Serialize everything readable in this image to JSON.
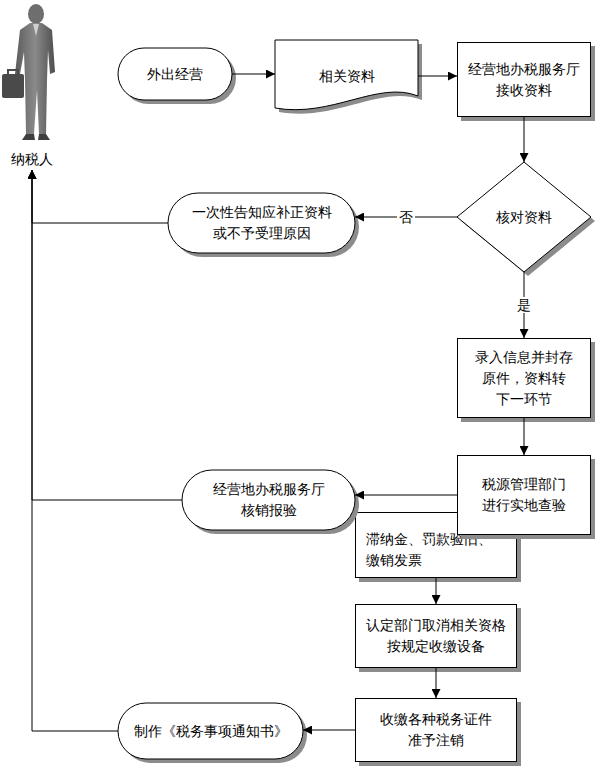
{
  "diagram": {
    "nodes": [
      {
        "text": [
          "纳税人"
        ]
      },
      {
        "text": [
          "外出经营"
        ]
      },
      {
        "text": [
          "相关资料"
        ]
      },
      {
        "text": [
          "经营地办税服务厅 接收资料"
        ]
      },
      {
        "text": [
          "核对资料"
        ]
      },
      {
        "text": [
          "一次性告知应补正资料 或不予受理原因"
        ]
      },
      {
        "text": [
          "录入信息并封存 原件，资料转 下一环节"
        ]
      },
      {
        "text": [
          "税源管理部门 进行实地查验"
        ]
      },
      {
        "text": [
          "经营地办税服务厅 核销报验"
        ]
      },
      {
        "text": [
          "滞纳金、罚款验旧、 缴销发票"
        ]
      },
      {
        "text": [
          "认定部门取消相关资格 按规定收缴设备"
        ]
      },
      {
        "text": [
          "收缴各种税务证件 准予注销"
        ]
      },
      {
        "text": [
          "制作《税务事项通知书》"
        ]
      }
    ],
    "edges": [
      {
        "from": 1,
        "to": 2,
        "arrow": "to"
      },
      {
        "from": 2,
        "to": 3,
        "arrow": "to"
      },
      {
        "from": 3,
        "to": 4,
        "arrow": "to"
      },
      {
        "from": 4,
        "to": 5,
        "label": "否",
        "arrow": "to"
      },
      {
        "from": 4,
        "to": 6,
        "label": "是",
        "arrow": "to"
      },
      {
        "from": 6,
        "to": 7,
        "arrow": "to"
      },
      {
        "from": 7,
        "to": 8,
        "arrow": "to"
      },
      {
        "from": 5,
        "to": 0,
        "arrow": "to"
      },
      {
        "from": 8,
        "to": 0,
        "arrow": "to"
      },
      {
        "from": 9,
        "to": 10,
        "arrow": "to"
      },
      {
        "from": 10,
        "to": 11,
        "arrow": "to"
      },
      {
        "from": 11,
        "to": 12,
        "arrow": "to"
      },
      {
        "from": 12,
        "to": 0,
        "arrow": "to"
      }
    ]
  }
}
